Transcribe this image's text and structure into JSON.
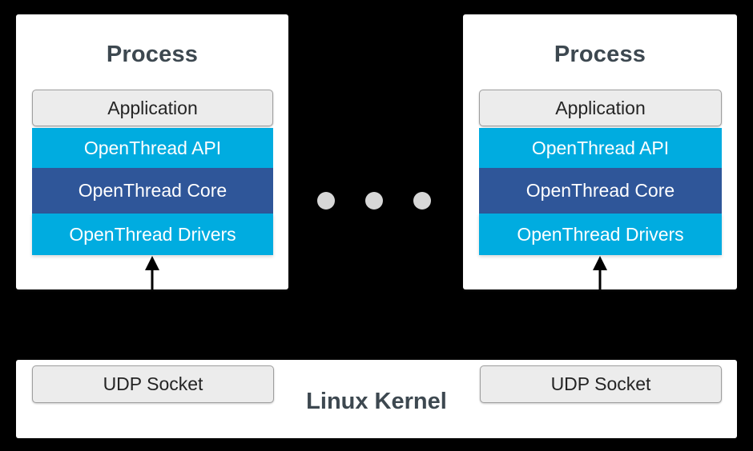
{
  "diagram": {
    "background_color": "#000000",
    "processes": [
      {
        "title": "Process",
        "layers": [
          {
            "label": "Application",
            "color": "#ececec",
            "text_color": "#242424"
          },
          {
            "label": "OpenThread API",
            "color": "#00ace0",
            "text_color": "#ffffff"
          },
          {
            "label": "OpenThread Core",
            "color": "#2f5699",
            "text_color": "#ffffff"
          },
          {
            "label": "OpenThread Drivers",
            "color": "#00ace0",
            "text_color": "#ffffff"
          }
        ]
      },
      {
        "title": "Process",
        "layers": [
          {
            "label": "Application",
            "color": "#ececec",
            "text_color": "#242424"
          },
          {
            "label": "OpenThread API",
            "color": "#00ace0",
            "text_color": "#ffffff"
          },
          {
            "label": "OpenThread Core",
            "color": "#2f5699",
            "text_color": "#ffffff"
          },
          {
            "label": "OpenThread Drivers",
            "color": "#00ace0",
            "text_color": "#ffffff"
          }
        ]
      }
    ],
    "ellipsis": {
      "dot_count": 3,
      "dot_color": "#d7d7d7"
    },
    "kernel": {
      "label": "Linux Kernel",
      "label_color": "#3d4850",
      "sockets": [
        {
          "label": "UDP Socket"
        },
        {
          "label": "UDP Socket"
        }
      ]
    },
    "connectors": [
      {
        "name": "left-socket-to-drivers-arrow",
        "direction": "up",
        "color": "#000000"
      },
      {
        "name": "right-socket-to-drivers-arrow",
        "direction": "up",
        "color": "#000000"
      }
    ]
  }
}
